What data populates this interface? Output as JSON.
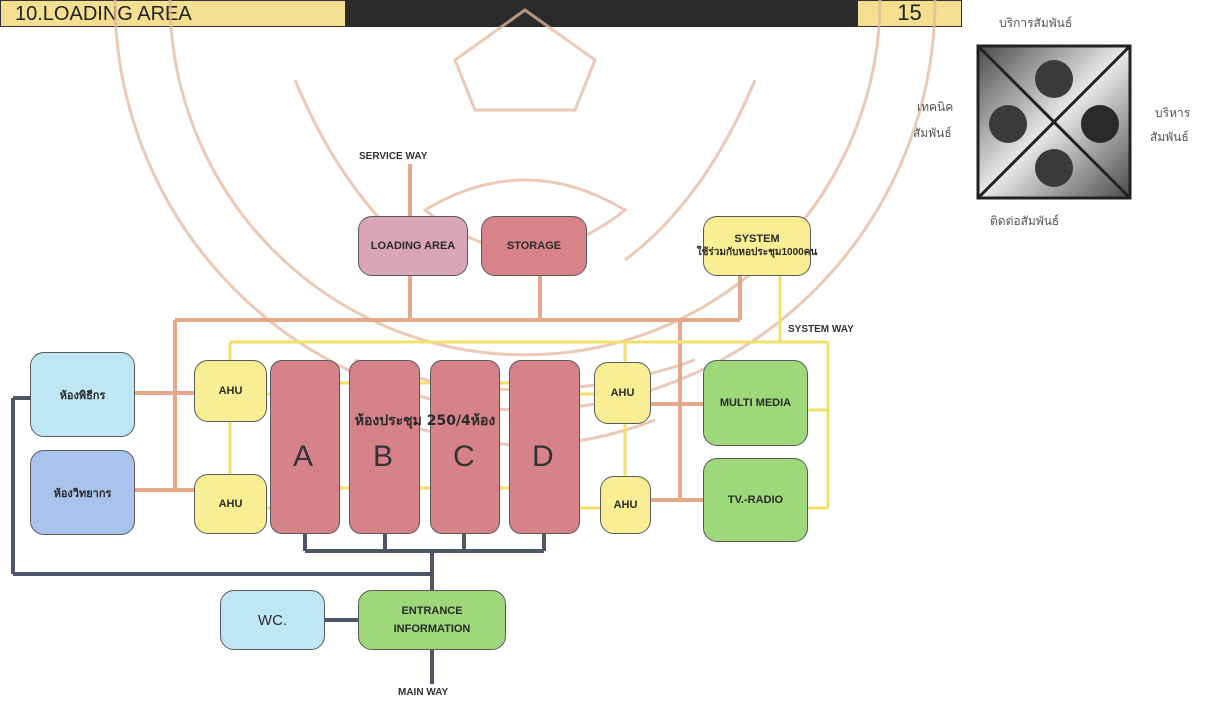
{
  "header": {
    "title": "10.LOADING AREA",
    "page_number": "15"
  },
  "labels": {
    "service_way": "SERVICE WAY",
    "system_way": "SYSTEM WAY",
    "main_way": "MAIN WAY"
  },
  "boxes": {
    "loading_area": "LOADING AREA",
    "storage": "STORAGE",
    "system_line1": "SYSTEM",
    "system_line2": "ใช้ร่วมกับหอประชุม1000คน",
    "ahu": "AHU",
    "meeting_rooms": "ห้องประชุม 250/4ห้อง",
    "room_a": "A",
    "room_b": "B",
    "room_c": "C",
    "room_d": "D",
    "multi_media": "MULTI MEDIA",
    "tv_radio": "TV.-RADIO",
    "vip_room": "ห้องพิธีกร",
    "speaker_room": "ห้องวิทยากร",
    "wc": "WC.",
    "entrance_line1": "ENTRANCE",
    "entrance_line2": "INFORMATION"
  },
  "relations": {
    "top": "บริการสัมพันธ์",
    "left_line1": "เทคนิค",
    "left_line2": "สัมพันธ์",
    "right_line1": "บริหาร",
    "right_line2": "สัมพันธ์",
    "bottom": "ติดต่อสัมพันธ์"
  }
}
